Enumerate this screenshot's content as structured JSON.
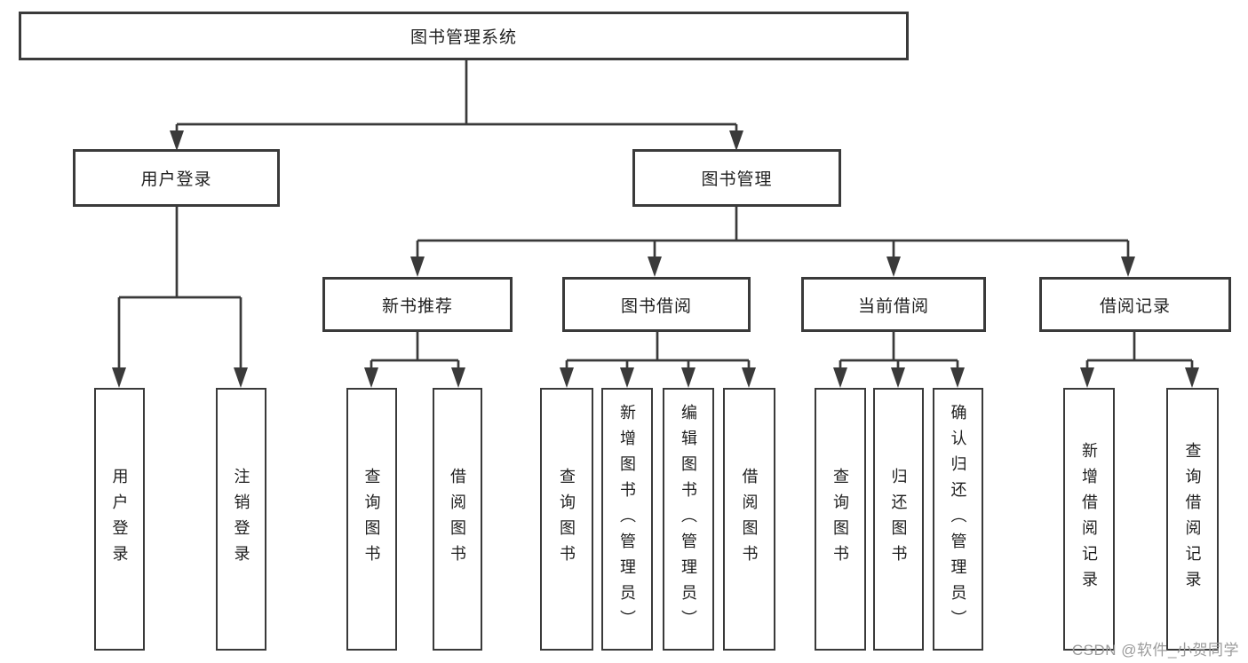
{
  "diagram": {
    "root": {
      "label": "图书管理系统"
    },
    "level2": {
      "user_login": {
        "label": "用户登录"
      },
      "book_management": {
        "label": "图书管理"
      }
    },
    "level3": {
      "new_book_recommend": {
        "label": "新书推荐"
      },
      "book_borrow": {
        "label": "图书借阅"
      },
      "current_borrow": {
        "label": "当前借阅"
      },
      "borrow_records": {
        "label": "借阅记录"
      }
    },
    "leaves": {
      "user_login": [
        "用户登录",
        "注销登录"
      ],
      "new_book_recommend": [
        "查询图书",
        "借阅图书"
      ],
      "book_borrow": [
        "查询图书",
        "新增图书（管理员）",
        "编辑图书（管理员）",
        "借阅图书"
      ],
      "current_borrow": [
        "查询图书",
        "归还图书",
        "确认归还（管理员）"
      ],
      "borrow_records": [
        "新增借阅记录",
        "查询借阅记录"
      ]
    }
  },
  "watermark": "CSDN @软件_小贺同学",
  "colors": {
    "line": "#3a3a3a",
    "text": "#1f1f1f",
    "watermark": "#9b9b9b",
    "background": "#ffffff"
  }
}
